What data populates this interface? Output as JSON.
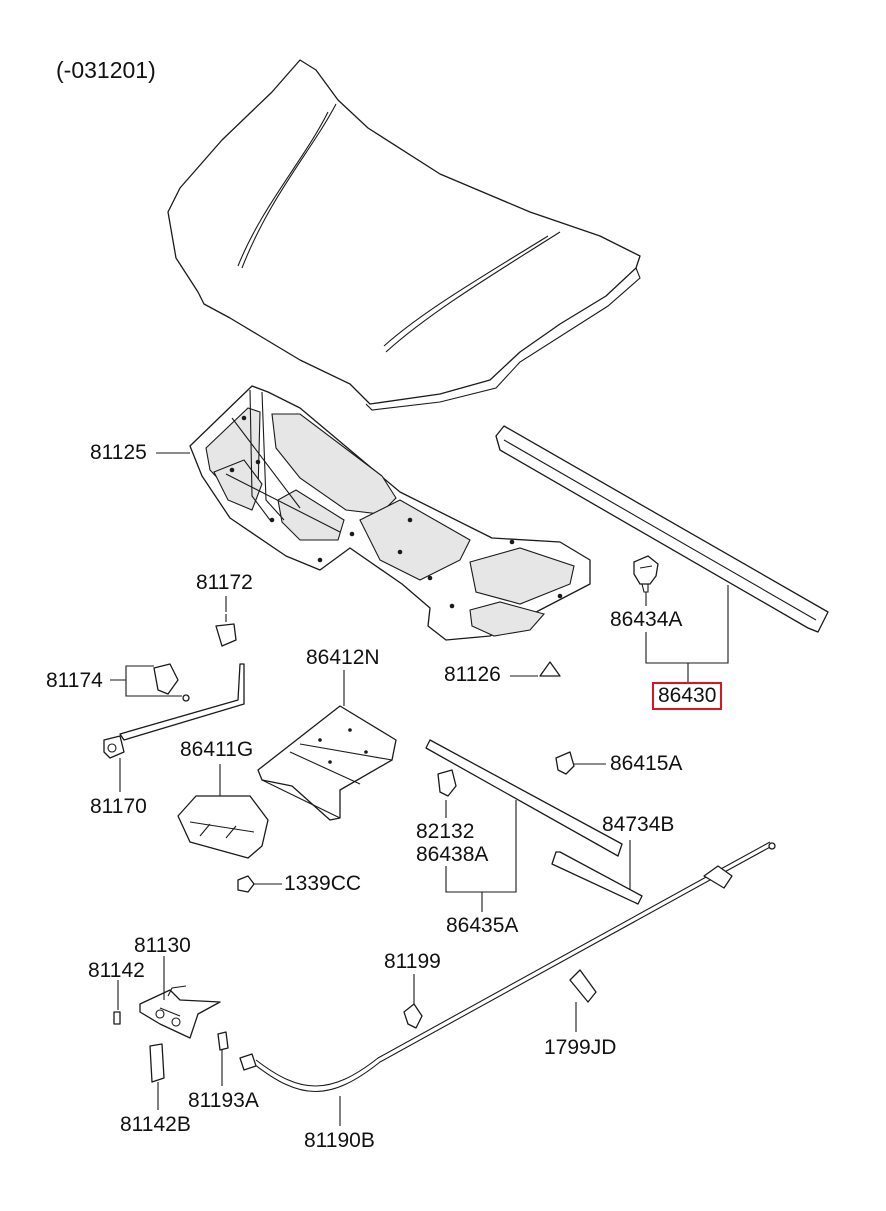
{
  "diagram": {
    "range_note": "(-031201)",
    "highlight_color": "#e0141e",
    "labels": {
      "p81125": "81125",
      "p81172": "81172",
      "p81174": "81174",
      "p81170": "81170",
      "p86412N": "86412N",
      "p81126": "81126",
      "p86434A": "86434A",
      "p86430": "86430",
      "p86411G": "86411G",
      "p86415A": "86415A",
      "p82132": "82132",
      "p86438A": "86438A",
      "p84734B": "84734B",
      "p1339CC": "1339CC",
      "p86435A": "86435A",
      "p81130": "81130",
      "p81142": "81142",
      "p81199": "81199",
      "p1799JD": "1799JD",
      "p81142B": "81142B",
      "p81193A": "81193A",
      "p81190B": "81190B"
    }
  }
}
